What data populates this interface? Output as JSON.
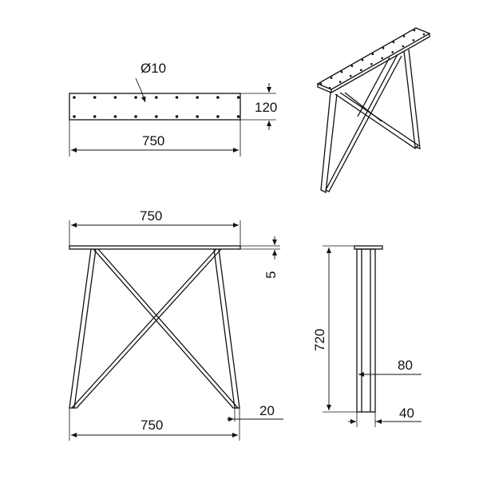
{
  "figure": {
    "plate_view": {
      "hole_label": "Ø10",
      "height_label": "120",
      "width_label": "750"
    },
    "front_view": {
      "top_width_label": "750",
      "plate_thickness_label": "5",
      "bottom_width_label": "750",
      "foot_offset_label": "20"
    },
    "side_view": {
      "height_label": "720",
      "width_label": "80",
      "profile_label": "40"
    }
  }
}
